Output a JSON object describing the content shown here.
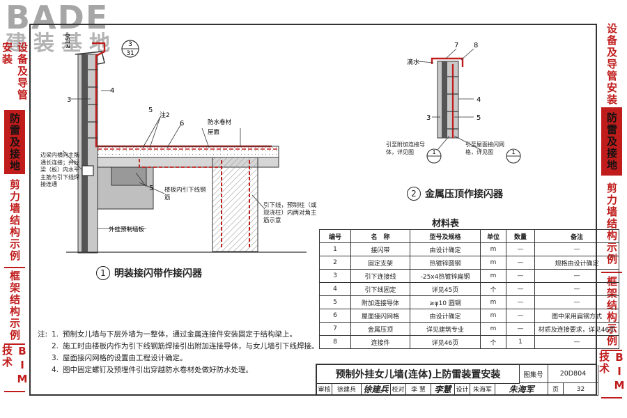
{
  "logo": {
    "brand": "BADE",
    "subtitle": "建装基地"
  },
  "left_tabs": [
    {
      "label": "设备及导管安装",
      "active": false
    },
    {
      "label": "防雷及接地",
      "active": true
    },
    {
      "label": "剪力墙结构示例",
      "active": false
    },
    {
      "label": "框架结构示例",
      "active": false
    },
    {
      "label": "BIM技术",
      "active": false
    }
  ],
  "right_tabs": [
    {
      "label": "设备及导管安装",
      "active": false
    },
    {
      "label": "防雷及接地",
      "active": true
    },
    {
      "label": "剪力墙结构示例",
      "active": false
    },
    {
      "label": "框架结构示例",
      "active": false
    },
    {
      "label": "BIM技术",
      "active": false
    }
  ],
  "colors": {
    "red": "#c01c1c",
    "hatch": "#9a9a9a",
    "line": "#333333"
  },
  "diagram1": {
    "caption_num": "1",
    "caption": "明装接闪带作接闪器",
    "ref_top": "3",
    "ref_bottom": "31",
    "dim_label": "≥150",
    "labels": {
      "l3": "3",
      "l4": "4",
      "l5a": "5",
      "l5b": "5",
      "l6": "6",
      "note2": "注2",
      "membrane": "防水卷材",
      "roof": "屋面",
      "rebar": "楼板内引下线钢筋",
      "outer_wall": "外挂预制墙板",
      "column": "引下线，预制柱（或现浇柱）内两对角主筋示意",
      "side_note": "边梁内横向主筋通长连接；并经梁（板）内水平主筋与引下线焊接连通"
    }
  },
  "diagram2": {
    "caption_num": "2",
    "caption": "金属压顶作接闪器",
    "labels": {
      "l7": "7",
      "l8": "8",
      "drip": "滴水",
      "l3": "3",
      "l4": "4",
      "l5": "5",
      "left_note": "引至附加连接导体，详见图",
      "right_note": "引至屋面接闪网格，详见图",
      "ref_left": "1",
      "ref_right": "1"
    }
  },
  "materials": {
    "title": "材料表",
    "headers": [
      "编号",
      "名　称",
      "型号及规格",
      "单位",
      "数量",
      "备注"
    ],
    "rows": [
      [
        "1",
        "接闪带",
        "由设计确定",
        "m",
        "—",
        "—"
      ],
      [
        "2",
        "固定支架",
        "热镀锌圆钢",
        "m",
        "—",
        "规格由设计确定"
      ],
      [
        "3",
        "引下连接线",
        "-25x4热镀锌扁钢",
        "m",
        "—",
        "—"
      ],
      [
        "4",
        "引下线固定",
        "详见45页",
        "个",
        "—",
        "—"
      ],
      [
        "5",
        "附加连接导体",
        "≥φ10 圆钢",
        "m",
        "—",
        "—"
      ],
      [
        "6",
        "屋面接闪网格",
        "由设计确定",
        "m",
        "—",
        "图中采用扁钢方式"
      ],
      [
        "7",
        "金属压顶",
        "详见建筑专业",
        "m",
        "—",
        "材质及连接要求，详见46页"
      ],
      [
        "8",
        "连接件",
        "详见46页",
        "个",
        "1",
        "—"
      ]
    ]
  },
  "notes": {
    "label": "注:",
    "items": [
      {
        "idx": "1.",
        "text": "预制女儿墙与下层外墙为一整体，通过金属连接件安装固定于结构梁上。"
      },
      {
        "idx": "2.",
        "text": "施工时由楼板内作为引下线钢筋焊接引出附加连接导体，与女儿墙引下线焊接。"
      },
      {
        "idx": "3.",
        "text": "屋面接闪网格的设置由工程设计确定。"
      },
      {
        "idx": "4.",
        "text": "图中固定螺钉及预埋件引出穿越防水卷材处做好防水处理。"
      }
    ]
  },
  "titleblock": {
    "title": "预制外挂女儿墙(连体)上防雷装置安装",
    "atlas_label": "图集号",
    "atlas_no": "20D804",
    "review_label": "审核",
    "reviewer": "徐建兵",
    "reviewer_sig": "徐建兵",
    "check_label": "校对",
    "checker": "李 慧",
    "checker_sig": "李慧",
    "design_label": "设计",
    "designer": "朱海军",
    "designer_sig": "朱海军",
    "page_label": "页",
    "page_no": "32"
  }
}
